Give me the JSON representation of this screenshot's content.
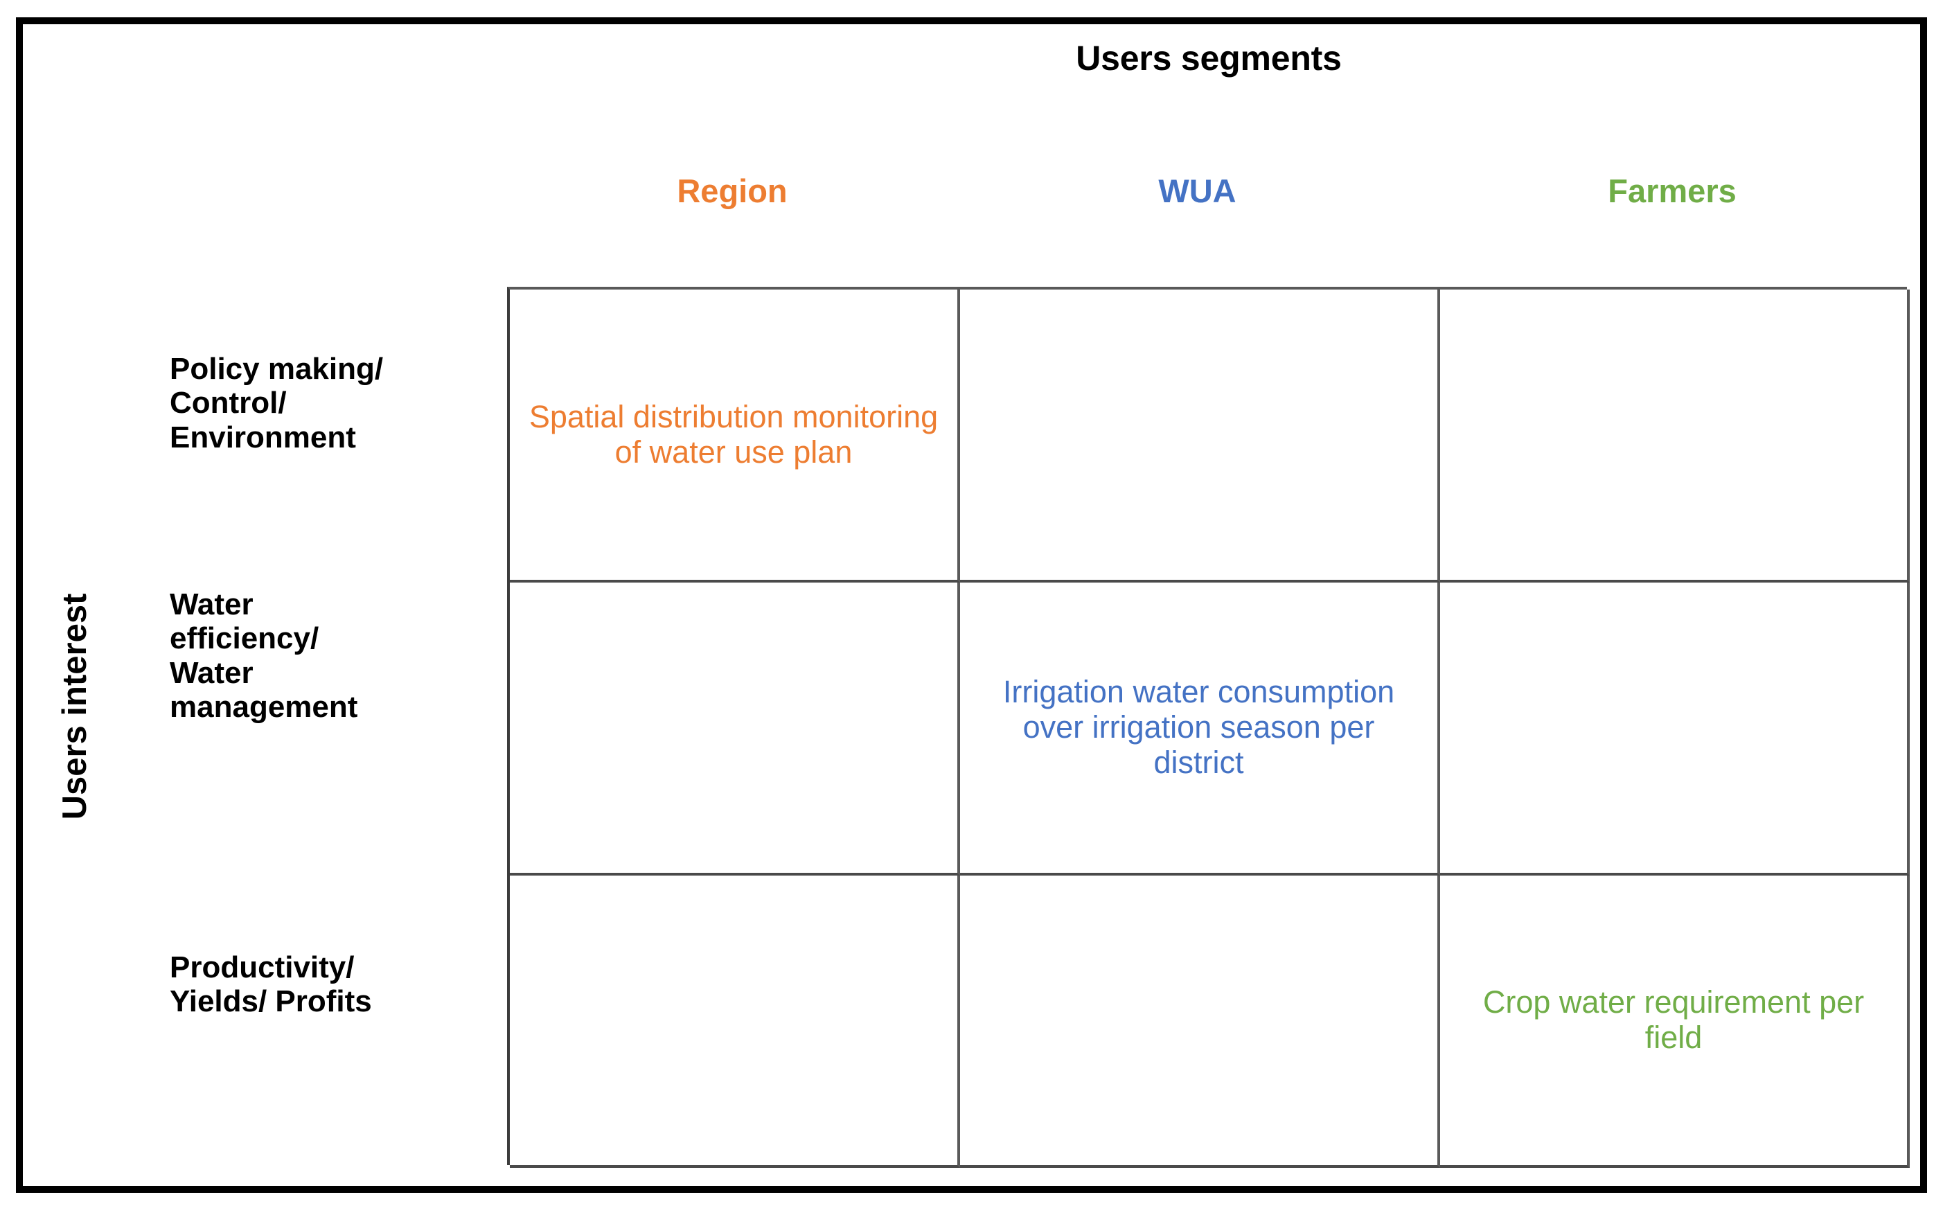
{
  "title": "Users segments",
  "axis_label": "Users interest",
  "colors": {
    "region": "#ED7D31",
    "wua": "#4472C4",
    "farmers": "#70AD47",
    "frame": "#000000",
    "grid": "#595959"
  },
  "chart_data": {
    "type": "table",
    "title": "Users segments",
    "xlabel": "Users segments",
    "ylabel": "Users interest",
    "columns": [
      "Region",
      "WUA",
      "Farmers"
    ],
    "rows": [
      "Policy making/ Control/ Environment",
      "Water efficiency/ Water management",
      "Productivity/ Yields/ Profits"
    ],
    "cells": [
      [
        "Spatial distribution monitoring of water use plan",
        "",
        ""
      ],
      [
        "",
        "Irrigation water consumption over irrigation season per district",
        ""
      ],
      [
        "",
        "",
        "Crop water requirement per field"
      ]
    ]
  },
  "columns": [
    {
      "label": "Region",
      "color": "#ED7D31"
    },
    {
      "label": "WUA",
      "color": "#4472C4"
    },
    {
      "label": "Farmers",
      "color": "#70AD47"
    }
  ],
  "rows": [
    {
      "label": "Policy making/\nControl/\nEnvironment",
      "line1": "Policy making/",
      "line2": "Control/",
      "line3": "Environment"
    },
    {
      "label": "Water efficiency/ Water management",
      "line1": "Water",
      "line2": "efficiency/",
      "line3": "Water",
      "line4": "management"
    },
    {
      "label": "Productivity/ Yields/ Profits",
      "line1": "Productivity/",
      "line2": "Yields/ Profits"
    }
  ],
  "cells": {
    "r0c0": "Spatial distribution monitoring of water use plan",
    "r0c1": "",
    "r0c2": "",
    "r1c0": "",
    "r1c1": "Irrigation water consumption over irrigation season per district",
    "r1c2": "",
    "r2c0": "",
    "r2c1": "",
    "r2c2": "Crop water requirement per field"
  }
}
